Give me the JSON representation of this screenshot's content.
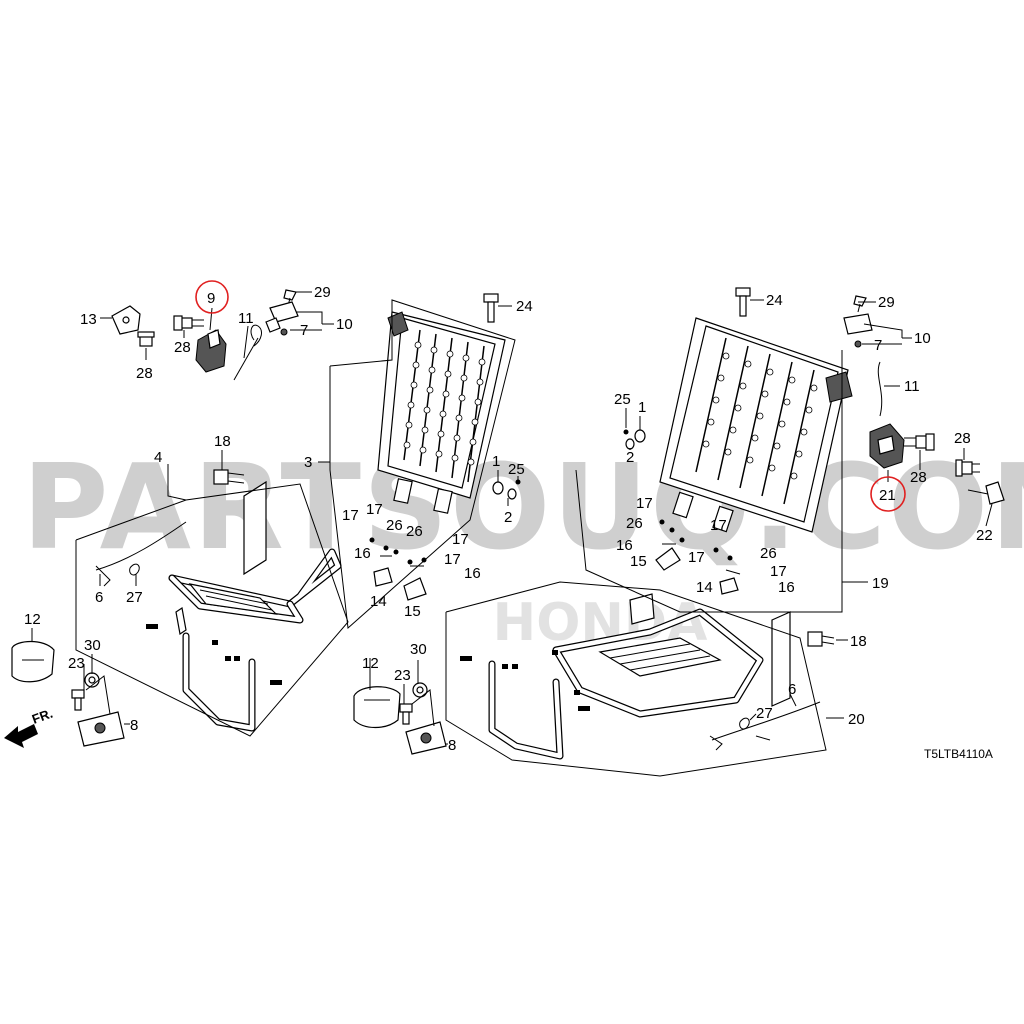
{
  "watermark": {
    "text": "PARTSOUQ.COM",
    "brand": "HONDA"
  },
  "diagram_code": "T5LTB4110A",
  "front_indicator": "FR.",
  "highlight_color": "#e02020",
  "labels": {
    "p1": "1",
    "p2": "2",
    "p3": "3",
    "p4": "4",
    "p6": "6",
    "p7": "7",
    "p8": "8",
    "p9": "9",
    "p10": "10",
    "p11": "11",
    "p12": "12",
    "p13": "13",
    "p14": "14",
    "p15": "15",
    "p16": "16",
    "p17": "17",
    "p18": "18",
    "p19": "19",
    "p20": "20",
    "p21": "21",
    "p22": "22",
    "p23": "23",
    "p24": "24",
    "p25": "25",
    "p26": "26",
    "p27": "27",
    "p28": "28",
    "p29": "29",
    "p30": "30"
  }
}
